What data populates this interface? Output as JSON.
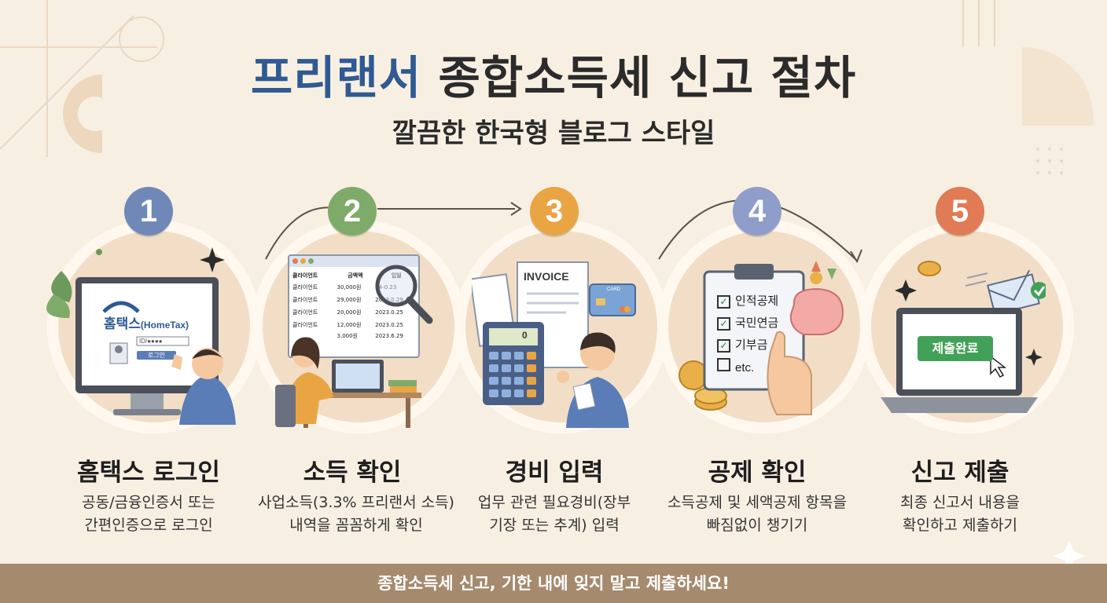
{
  "title": {
    "accent": "프리랜서",
    "rest": "종합소득세 신고 절차"
  },
  "subtitle": "깔끔한 한국형 블로그 스타일",
  "colors": {
    "blue": "#2f5a92",
    "step1": "#6f88b8",
    "step2": "#7fab6a",
    "step3": "#e9a544",
    "step4": "#8f9dca",
    "step5": "#e07b55",
    "footer": "#a58a6d"
  },
  "steps": [
    {
      "number": "1",
      "title": "홈택스 로그인",
      "desc1": "공동/금융인증서 또는",
      "desc2": "간편인증으로 로그인"
    },
    {
      "number": "2",
      "title": "소득 확인",
      "desc1": "사업소득(3.3% 프리랜서 소득)",
      "desc2": "내역을 꼼꼼하게 확인"
    },
    {
      "number": "3",
      "title": "경비 입력",
      "desc1": "업무 관련 필요경비(장부",
      "desc2": "기장 또는 추계) 입력"
    },
    {
      "number": "4",
      "title": "공제 확인",
      "desc1": "소득공제 및 세액공제 항목을",
      "desc2": "빠짐없이 챙기기"
    },
    {
      "number": "5",
      "title": "신고 제출",
      "desc1": "최종 신고서 내용을",
      "desc2": "확인하고 제출하기"
    }
  ],
  "hometax": {
    "logo": "홈택스",
    "logo_en": "(HomeTax)",
    "id_text": "ID/●●●●",
    "login_btn": "로그인"
  },
  "income_table": {
    "headers": [
      "클라이언트",
      "금액액",
      "입일"
    ],
    "rows": [
      [
        "클라이언트",
        "30,000원",
        "34-0.23"
      ],
      [
        "클라이언트",
        "29,000원",
        "2023.0.29"
      ],
      [
        "클라이언트",
        "20,000원",
        "2023.0.25"
      ],
      [
        "클라이언트",
        "12,000원",
        "2023.0.25"
      ],
      [
        "",
        "3,000원",
        "2023.6.29"
      ]
    ]
  },
  "invoice": {
    "label": "INVOICE",
    "card": "CARD",
    "calc_display": "0"
  },
  "checklist": {
    "items": [
      "인적공제",
      "국민연금",
      "기부금",
      "etc."
    ]
  },
  "submit": {
    "button": "제출완료"
  },
  "footer": "종합소득세 신고, 기한 내에 잊지 말고 제출하세요!"
}
